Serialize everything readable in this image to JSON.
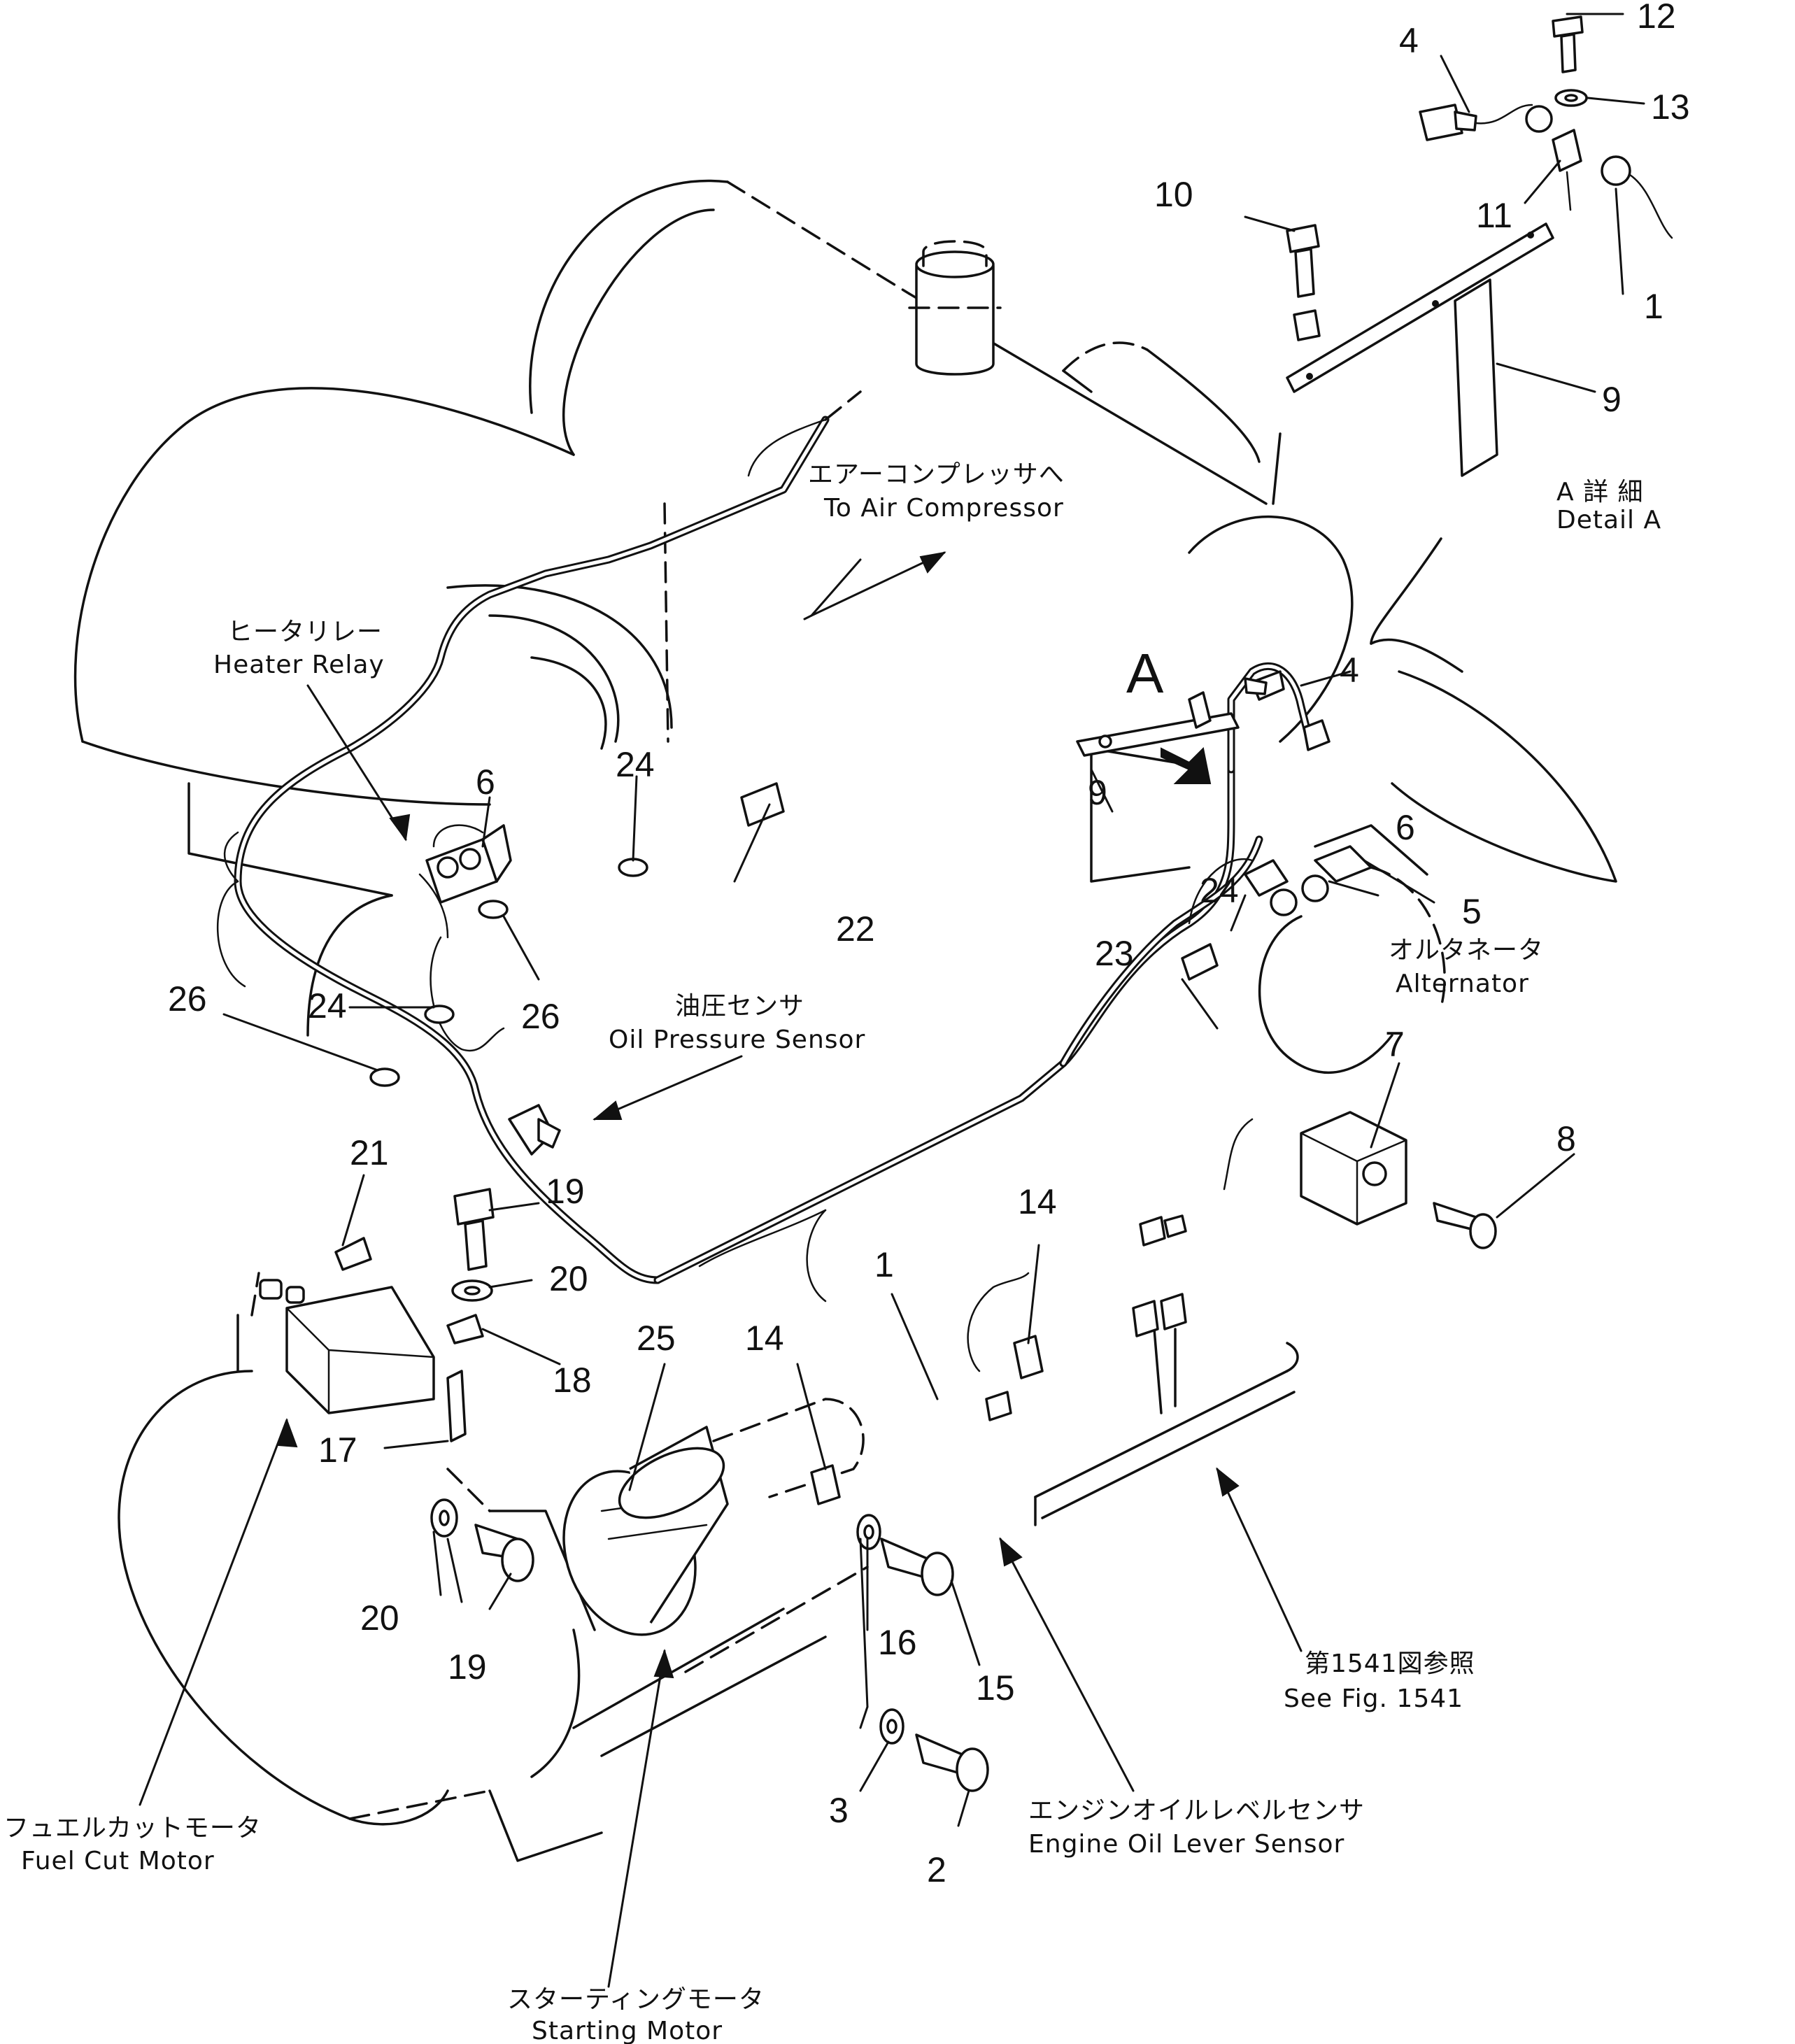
{
  "detail": {
    "letter": "A",
    "label_jp": "A 詳 細",
    "label_en": "Detail A"
  },
  "callouts": {
    "air_compressor": {
      "jp": "エアーコンプレッサへ",
      "en": "To Air Compressor"
    },
    "heater_relay": {
      "jp": "ヒータリレー",
      "en": "Heater Relay"
    },
    "oil_pressure_sensor": {
      "jp": "油圧センサ",
      "en": "Oil Pressure Sensor"
    },
    "alternator": {
      "jp": "オルタネータ",
      "en": "Alternator"
    },
    "fuel_cut_motor": {
      "jp": "フュエルカットモータ",
      "en": "Fuel Cut Motor"
    },
    "starting_motor": {
      "jp": "スターティングモータ",
      "en": "Starting Motor"
    },
    "engine_oil_level_sensor": {
      "jp": "エンジンオイルレベルセンサ",
      "en": "Engine Oil Lever Sensor"
    },
    "see_fig": {
      "jp": "第1541図参照",
      "en": "See Fig. 1541"
    }
  },
  "part_numbers": {
    "p1": "1",
    "p2": "2",
    "p3": "3",
    "p4": "4",
    "p5": "5",
    "p6": "6",
    "p7": "7",
    "p8": "8",
    "p9": "9",
    "p10": "10",
    "p11": "11",
    "p12": "12",
    "p13": "13",
    "p14": "14",
    "p15": "15",
    "p16": "16",
    "p17": "17",
    "p18": "18",
    "p19": "19",
    "p20": "20",
    "p21": "21",
    "p22": "22",
    "p23": "23",
    "p24": "24",
    "p25": "25",
    "p26": "26"
  }
}
